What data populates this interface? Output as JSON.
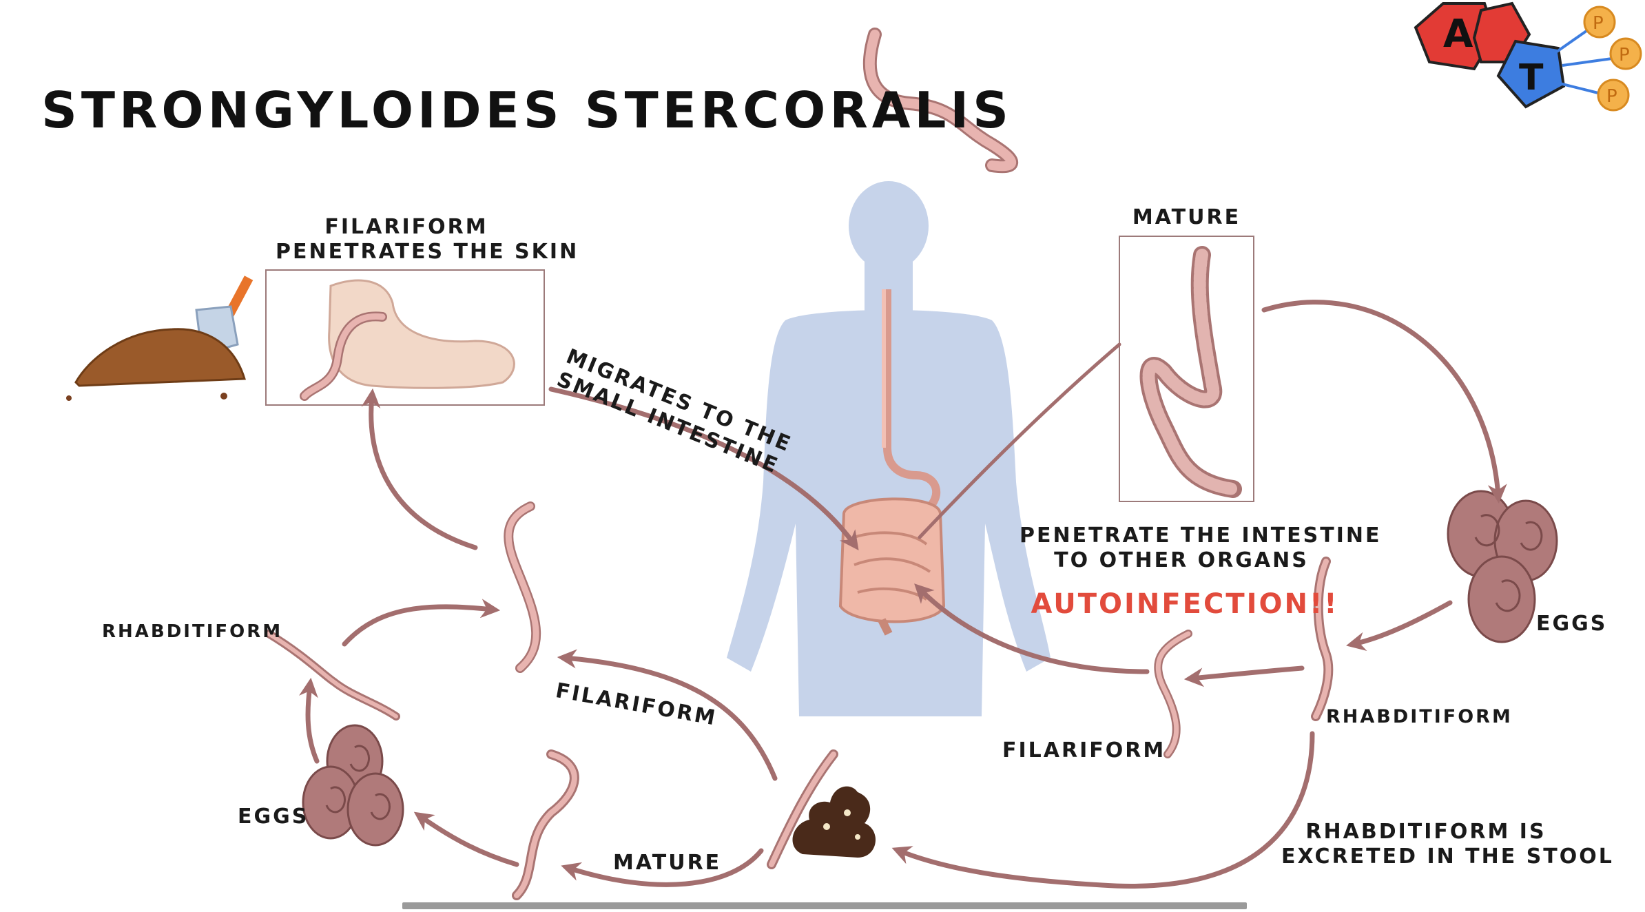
{
  "title": "STRONGYLOIDES STERCORALIS",
  "logo": {
    "letters": [
      "A",
      "T",
      "P",
      "P",
      "P"
    ]
  },
  "labels": {
    "filariform_skin_line1": "FILARIFORM",
    "filariform_skin_line2": "PENETRATES THE SKIN",
    "migrates_line1": "MIGRATES TO THE",
    "migrates_line2": "SMALL INTESTINE",
    "mature_top": "MATURE",
    "penetrate_line1": "PENETRATE THE INTESTINE",
    "penetrate_line2": "TO OTHER ORGANS",
    "autoinfection": "AUTOINFECTION!!",
    "eggs_right": "EGGS",
    "rhabditiform_right": "RHABDITIFORM",
    "filariform_right": "FILARIFORM",
    "excreted_line1": "RHABDITIFORM IS",
    "excreted_line2": "EXCRETED IN THE STOOL",
    "mature_bottom": "MATURE",
    "filariform_left": "FILARIFORM",
    "rhabditiform_left": "RHABDITIFORM",
    "eggs_left": "EGGS"
  },
  "colors": {
    "arrow": "#a36e6e",
    "body": "#c6d3ea",
    "worm": "#e8b4b0",
    "worm_outline": "#a97472",
    "egg": "#b07a7a",
    "alert": "#e24b3c",
    "soil": "#9a5a2a",
    "stool": "#4a2a1a"
  }
}
